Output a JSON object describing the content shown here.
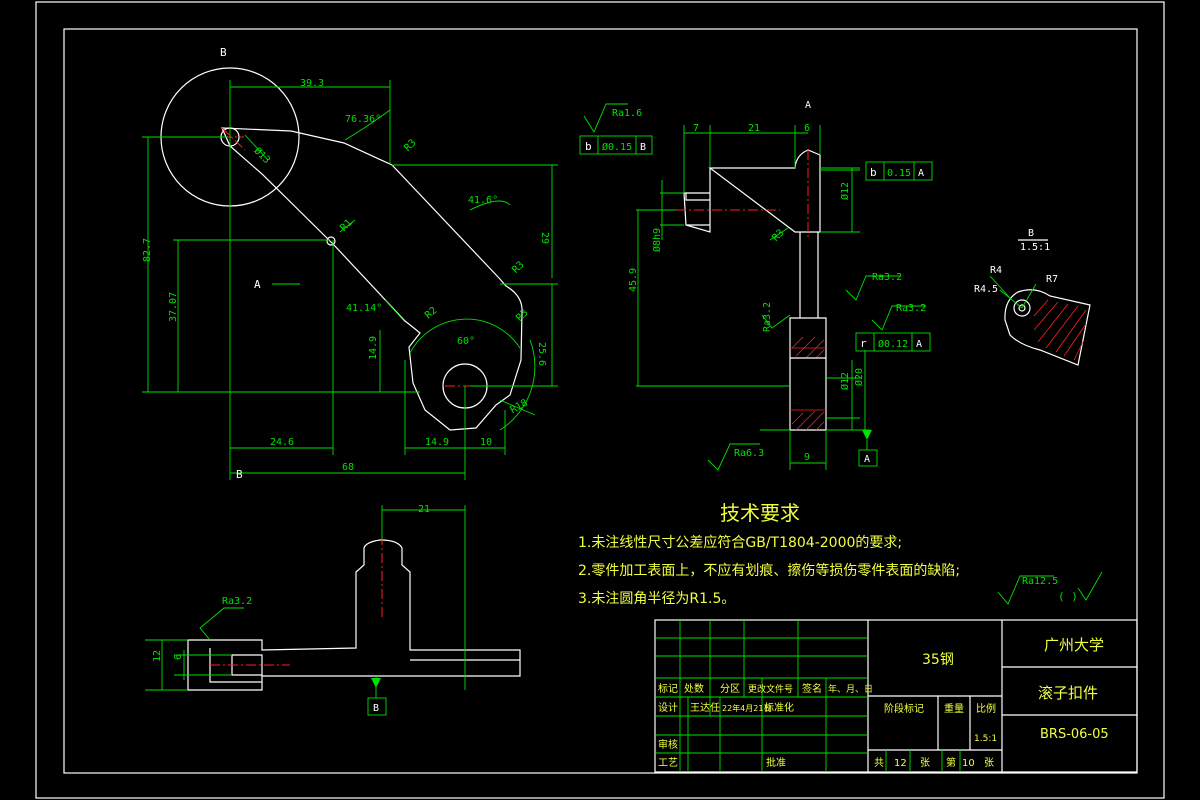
{
  "colors": {
    "background": "#000000",
    "outline": "#ffffff",
    "dimension": "#00e000",
    "centerline": "#ff2020",
    "notes_text": "#f0ff40",
    "hatch": "#ff2020"
  },
  "views": {
    "main_view_label": "B",
    "main_view_arrow_label": "A",
    "section_view_label": "A",
    "detail_view": {
      "label": "B",
      "scale": "1.5:1",
      "r1": "R4",
      "r2": "R4.5",
      "r3": "R7"
    }
  },
  "main_dims": {
    "d39_3": "39.3",
    "ang76": "76.36°",
    "r13": "Ø13",
    "r3a": "R3",
    "r1": "R1",
    "ang41_6": "41.6°",
    "d29": "29",
    "r3b": "R3",
    "d82_7": "82.7",
    "d37_07": "37.07",
    "ang41_14": "41.14°",
    "r2": "R2",
    "r3c": "R3",
    "ang60": "60°",
    "d14_9v": "14.9",
    "d25_6": "25.6",
    "r18": "R18",
    "d24_6": "24.6",
    "d14_9h": "14.9",
    "d10": "10",
    "d68": "68"
  },
  "section_dims": {
    "ra_top": "Ra1.6",
    "tol1_sym": "b",
    "tol1_val": "Ø0.15",
    "tol1_ref": "B",
    "d7": "7",
    "d21": "21",
    "d6": "6",
    "tol2_sym": "b",
    "tol2_val": "0.15",
    "tol2_ref": "A",
    "d8h9": "Ø8h9",
    "d12": "Ø12",
    "r3": "R3",
    "d45_9": "45.9",
    "ra32a": "Ra3.2",
    "ra32b": "Ra3.2",
    "ra32c": "Ra3.2",
    "tol3_sym": "r",
    "tol3_val": "Ø0.12",
    "tol3_ref": "A",
    "d12b": "Ø12",
    "d20": "Ø20",
    "ra63": "Ra6.3",
    "d9": "9",
    "datum_a": "A"
  },
  "bottom_dims": {
    "d21": "21",
    "d12": "12",
    "d6": "6",
    "ra32": "Ra3.2",
    "datum_b": "B"
  },
  "notes": {
    "title": "技术要求",
    "items": [
      "1.未注线性尺寸公差应符合GB/T1804-2000的要求;",
      "2.零件加工表面上，不应有划痕、擦伤等损伤零件表面的缺陷;",
      "3.未注圆角半径为R1.5。"
    ],
    "roughness": "Ra12.5",
    "roughness_paren": "(     )"
  },
  "title_block": {
    "material": "35钢",
    "org": "广州大学",
    "part_name": "滚子扣件",
    "drawing_no": "BRS-06-05",
    "h_mark": "标记",
    "h_count": "处数",
    "h_zone": "分区",
    "h_doc": "更改文件号",
    "h_sign": "签名",
    "h_date": "年、月、日",
    "design": "设计",
    "designer": "王达任",
    "date": "22年4月21日",
    "standard": "标准化",
    "review": "审核",
    "process": "工艺",
    "approve": "批准",
    "stage": "阶段标记",
    "weight": "重量",
    "scale_label": "比例",
    "scale": "1.5:1",
    "total": "共",
    "total_n": "12",
    "sheets": "张",
    "page": "第",
    "page_n": "10"
  }
}
